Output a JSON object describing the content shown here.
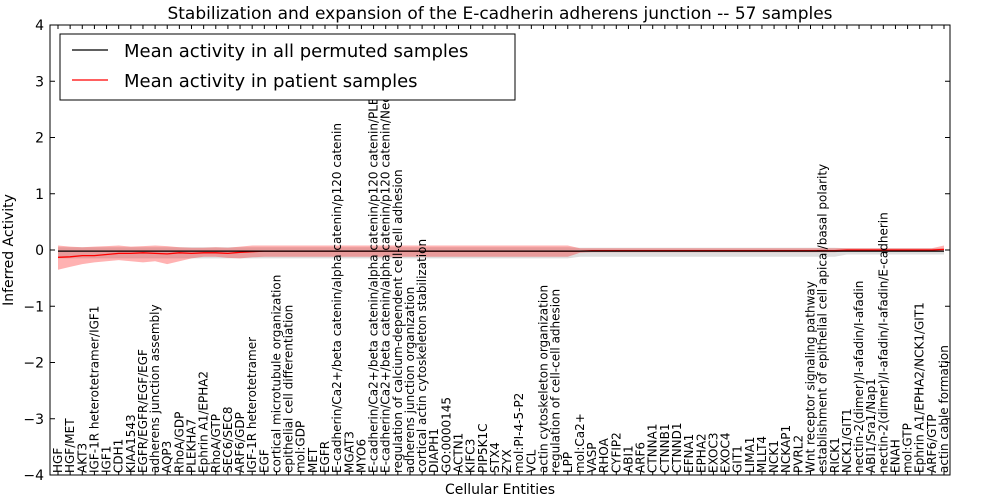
{
  "chart_data": {
    "type": "line",
    "title": "Stabilization and expansion of the E-cadherin adherens junction -- 57 samples",
    "xlabel": "Cellular Entities",
    "ylabel": "Inferred Activity",
    "ylim": [
      -4,
      4
    ],
    "yticks": [
      "4",
      "3",
      "2",
      "1",
      "0",
      "−1",
      "−2",
      "−3",
      "−4"
    ],
    "legend_position": "top-left",
    "grid": false,
    "categories": [
      "HGF",
      "HGF/MET",
      "AKT3",
      "IGF-1R heterotetramer/IGF1",
      "IGF1",
      "CDH1",
      "KIAA1543",
      "EGFR/EGFR/EGF/EGF",
      "adherens junction assembly",
      "AQP3",
      "RhoA/GDP",
      "PLEKHA7",
      "Ephrin A1/EPHA2",
      "RhoA/GTP",
      "SEC6/SEC8",
      "ARF6/GDP",
      "IGF-1R heterotetramer",
      "EGF",
      "cortical microtubule organization",
      "epithelial cell differentiation",
      "mol:GDP",
      "MET",
      "EGFR",
      "E-cadherin/Ca2+/beta catenin/alpha catenin/p120 catenin",
      "MGAT3",
      "MYO6",
      "E-cadherin/Ca2+/beta catenin/alpha catenin/p120 catenin/PLEKHA7",
      "E-cadherin/Ca2+/beta catenin/alpha catenin/p120 catenin/Nectin",
      "regulation of calcium-dependent cell-cell adhesion",
      "adherens junction organization",
      "cortical actin cytoskeleton stabilization",
      "DIAPH1",
      "GO:0000145",
      "ACTN1",
      "KIFC3",
      "PIP5K1C",
      "STX4",
      "ZYX",
      "mol:PI-4-5-P2",
      "VCL",
      "actin cytoskeleton organization",
      "regulation of cell-cell adhesion",
      "LPP",
      "mol:Ca2+",
      "VASP",
      "RHOA",
      "CYFIP2",
      "ABI1",
      "ARF6",
      "CTNNA1",
      "CTNNB1",
      "CTNND1",
      "EFNA1",
      "EPHA2",
      "EXOC3",
      "EXOC4",
      "GIT1",
      "LIMA1",
      "MLLT4",
      "NCK1",
      "NCKAP1",
      "PVRL2",
      "Wnt receptor signaling pathway",
      "establishment of epithelial cell apical/basal polarity",
      "RICK1",
      "NCK1/GIT1",
      "nectin-2(dimer)/I-afadin/I-afadin",
      "ABI1/Sra1/Nap1",
      "nectin-2(dimer)/I-afadin/I-afadin/E-cadherin",
      "ENAH",
      "mol:GTP",
      "Ephrin A1/EPHA2/NCK1/GIT1",
      "ARF6/GTP",
      "actin cable formation"
    ],
    "series": [
      {
        "name": "Mean activity in all permuted samples",
        "color": "#000000",
        "values": [
          -0.02,
          -0.02,
          -0.02,
          -0.02,
          -0.02,
          -0.02,
          -0.02,
          -0.02,
          -0.02,
          -0.02,
          -0.02,
          -0.02,
          -0.02,
          -0.02,
          -0.02,
          -0.02,
          -0.02,
          -0.02,
          -0.02,
          -0.02,
          -0.02,
          -0.02,
          -0.02,
          -0.02,
          -0.02,
          -0.02,
          -0.02,
          -0.02,
          -0.02,
          -0.02,
          -0.02,
          -0.02,
          -0.02,
          -0.02,
          -0.02,
          -0.02,
          -0.02,
          -0.02,
          -0.02,
          -0.02,
          -0.02,
          -0.02,
          -0.02,
          -0.02,
          -0.02,
          -0.02,
          -0.02,
          -0.02,
          -0.02,
          -0.02,
          -0.02,
          -0.02,
          -0.02,
          -0.02,
          -0.02,
          -0.02,
          -0.02,
          -0.02,
          -0.02,
          -0.02,
          -0.02,
          -0.02,
          -0.02,
          -0.02,
          -0.02,
          -0.02,
          -0.02,
          -0.02,
          -0.02,
          -0.02,
          -0.02,
          -0.02,
          -0.02,
          -0.02
        ],
        "band_lower": [
          -0.15,
          -0.15,
          -0.15,
          -0.15,
          -0.15,
          -0.15,
          -0.15,
          -0.15,
          -0.15,
          -0.15,
          -0.15,
          -0.15,
          -0.15,
          -0.15,
          -0.15,
          -0.15,
          -0.15,
          -0.15,
          -0.15,
          -0.15,
          -0.15,
          -0.15,
          -0.15,
          -0.15,
          -0.15,
          -0.15,
          -0.15,
          -0.15,
          -0.15,
          -0.15,
          -0.15,
          -0.15,
          -0.15,
          -0.15,
          -0.15,
          -0.15,
          -0.15,
          -0.15,
          -0.15,
          -0.15,
          -0.15,
          -0.15,
          -0.15,
          -0.12,
          -0.12,
          -0.12,
          -0.12,
          -0.12,
          -0.12,
          -0.12,
          -0.12,
          -0.12,
          -0.12,
          -0.12,
          -0.12,
          -0.12,
          -0.12,
          -0.12,
          -0.12,
          -0.12,
          -0.12,
          -0.12,
          -0.12,
          -0.12,
          -0.12,
          -0.08,
          -0.08,
          -0.08,
          -0.08,
          -0.08,
          -0.08,
          -0.08,
          -0.08,
          -0.08
        ],
        "band_upper": [
          0.05,
          0.05,
          0.05,
          0.05,
          0.05,
          0.05,
          0.05,
          0.05,
          0.05,
          0.05,
          0.05,
          0.05,
          0.05,
          0.05,
          0.05,
          0.05,
          0.05,
          0.05,
          0.05,
          0.05,
          0.05,
          0.05,
          0.05,
          0.05,
          0.05,
          0.05,
          0.05,
          0.05,
          0.05,
          0.05,
          0.05,
          0.05,
          0.05,
          0.05,
          0.05,
          0.05,
          0.05,
          0.05,
          0.05,
          0.05,
          0.05,
          0.05,
          0.05,
          0.04,
          0.04,
          0.04,
          0.04,
          0.04,
          0.04,
          0.04,
          0.04,
          0.04,
          0.04,
          0.04,
          0.04,
          0.04,
          0.04,
          0.04,
          0.04,
          0.04,
          0.04,
          0.04,
          0.04,
          0.04,
          0.04,
          0.03,
          0.03,
          0.03,
          0.03,
          0.03,
          0.03,
          0.03,
          0.03,
          0.03
        ]
      },
      {
        "name": "Mean activity in patient samples",
        "color": "#ff0000",
        "values": [
          -0.13,
          -0.12,
          -0.1,
          -0.1,
          -0.08,
          -0.06,
          -0.06,
          -0.05,
          -0.06,
          -0.07,
          -0.05,
          -0.06,
          -0.05,
          -0.05,
          -0.06,
          -0.04,
          -0.03,
          -0.02,
          -0.02,
          -0.02,
          -0.02,
          -0.02,
          -0.02,
          -0.02,
          -0.02,
          -0.02,
          -0.02,
          -0.02,
          -0.02,
          -0.02,
          -0.02,
          -0.02,
          -0.02,
          -0.02,
          -0.02,
          -0.02,
          -0.02,
          -0.02,
          -0.02,
          -0.02,
          -0.02,
          -0.02,
          -0.02,
          -0.02,
          -0.01,
          -0.01,
          -0.01,
          -0.01,
          -0.01,
          -0.01,
          -0.01,
          -0.01,
          -0.01,
          -0.01,
          -0.01,
          -0.01,
          -0.01,
          -0.01,
          -0.01,
          -0.01,
          -0.01,
          -0.01,
          -0.01,
          -0.01,
          -0.01,
          0.0,
          0.0,
          0.0,
          0.0,
          0.0,
          0.0,
          0.0,
          0.0,
          0.01
        ],
        "band_lower": [
          -0.35,
          -0.3,
          -0.25,
          -0.22,
          -0.2,
          -0.18,
          -0.2,
          -0.22,
          -0.2,
          -0.25,
          -0.2,
          -0.15,
          -0.12,
          -0.12,
          -0.14,
          -0.15,
          -0.13,
          -0.12,
          -0.12,
          -0.12,
          -0.12,
          -0.12,
          -0.12,
          -0.12,
          -0.12,
          -0.12,
          -0.12,
          -0.12,
          -0.12,
          -0.12,
          -0.12,
          -0.12,
          -0.12,
          -0.12,
          -0.12,
          -0.12,
          -0.12,
          -0.12,
          -0.12,
          -0.12,
          -0.12,
          -0.12,
          -0.12,
          -0.05,
          -0.04,
          -0.04,
          -0.04,
          -0.04,
          -0.04,
          -0.04,
          -0.04,
          -0.04,
          -0.04,
          -0.04,
          -0.04,
          -0.04,
          -0.04,
          -0.04,
          -0.04,
          -0.04,
          -0.04,
          -0.04,
          -0.04,
          -0.04,
          -0.04,
          -0.02,
          -0.02,
          -0.02,
          -0.02,
          -0.02,
          -0.02,
          -0.02,
          -0.02,
          -0.02
        ],
        "band_upper": [
          0.08,
          0.06,
          0.05,
          0.06,
          0.07,
          0.08,
          0.06,
          0.07,
          0.08,
          0.07,
          0.05,
          0.04,
          0.04,
          0.05,
          0.04,
          0.06,
          0.08,
          0.08,
          0.08,
          0.08,
          0.08,
          0.08,
          0.08,
          0.08,
          0.08,
          0.08,
          0.08,
          0.08,
          0.08,
          0.08,
          0.08,
          0.08,
          0.08,
          0.08,
          0.08,
          0.08,
          0.08,
          0.08,
          0.08,
          0.08,
          0.08,
          0.08,
          0.08,
          0.03,
          0.03,
          0.03,
          0.03,
          0.03,
          0.03,
          0.03,
          0.03,
          0.03,
          0.03,
          0.03,
          0.03,
          0.03,
          0.03,
          0.03,
          0.03,
          0.03,
          0.03,
          0.03,
          0.03,
          0.03,
          0.03,
          0.03,
          0.03,
          0.03,
          0.03,
          0.03,
          0.03,
          0.03,
          0.03,
          0.08
        ]
      }
    ]
  }
}
